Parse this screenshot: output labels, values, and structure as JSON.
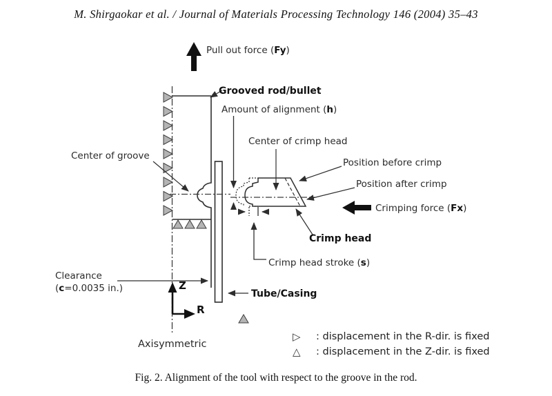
{
  "header": {
    "citation": "M. Shirgaokar et al. / Journal of Materials Processing Technology 146 (2004) 35–43"
  },
  "caption": "Fig. 2. Alignment of the tool with respect to the groove in the rod.",
  "labels": {
    "pull_out_force": {
      "pre": "Pull out force (",
      "bold": "Fy",
      "post": ")"
    },
    "grooved_rod": "Grooved rod/bullet",
    "alignment": {
      "pre": "Amount of alignment (",
      "bold": "h",
      "post": ")"
    },
    "center_of_crimp_head": "Center of crimp head",
    "center_of_groove": "Center of groove",
    "position_before": "Position before crimp",
    "position_after": "Position after crimp",
    "crimping_force": {
      "pre": "Crimping force (",
      "bold": "Fx",
      "post": ")"
    },
    "crimp_head": "Crimp head",
    "crimp_head_stroke": {
      "pre": "Crimp head stroke (",
      "bold": "s",
      "post": ")"
    },
    "clearance_title": "Clearance",
    "clearance_value": {
      "pre": "(",
      "bold": "c",
      "post": "=0.0035 in.)"
    },
    "tube_casing": "Tube/Casing",
    "axis_z": "Z",
    "axis_r": "R",
    "axisymmetric": "Axisymmetric"
  },
  "legend": {
    "items": [
      {
        "symbol": "▷",
        "text": ": displacement in the R-dir. is fixed"
      },
      {
        "symbol": "△",
        "text": ": displacement in the Z-dir. is fixed"
      }
    ]
  },
  "colors": {
    "background": "#ffffff",
    "ink": "#1a1a1a",
    "line": "#2e2e2e",
    "boundary_triangle_fill": "#b4b4b4"
  }
}
